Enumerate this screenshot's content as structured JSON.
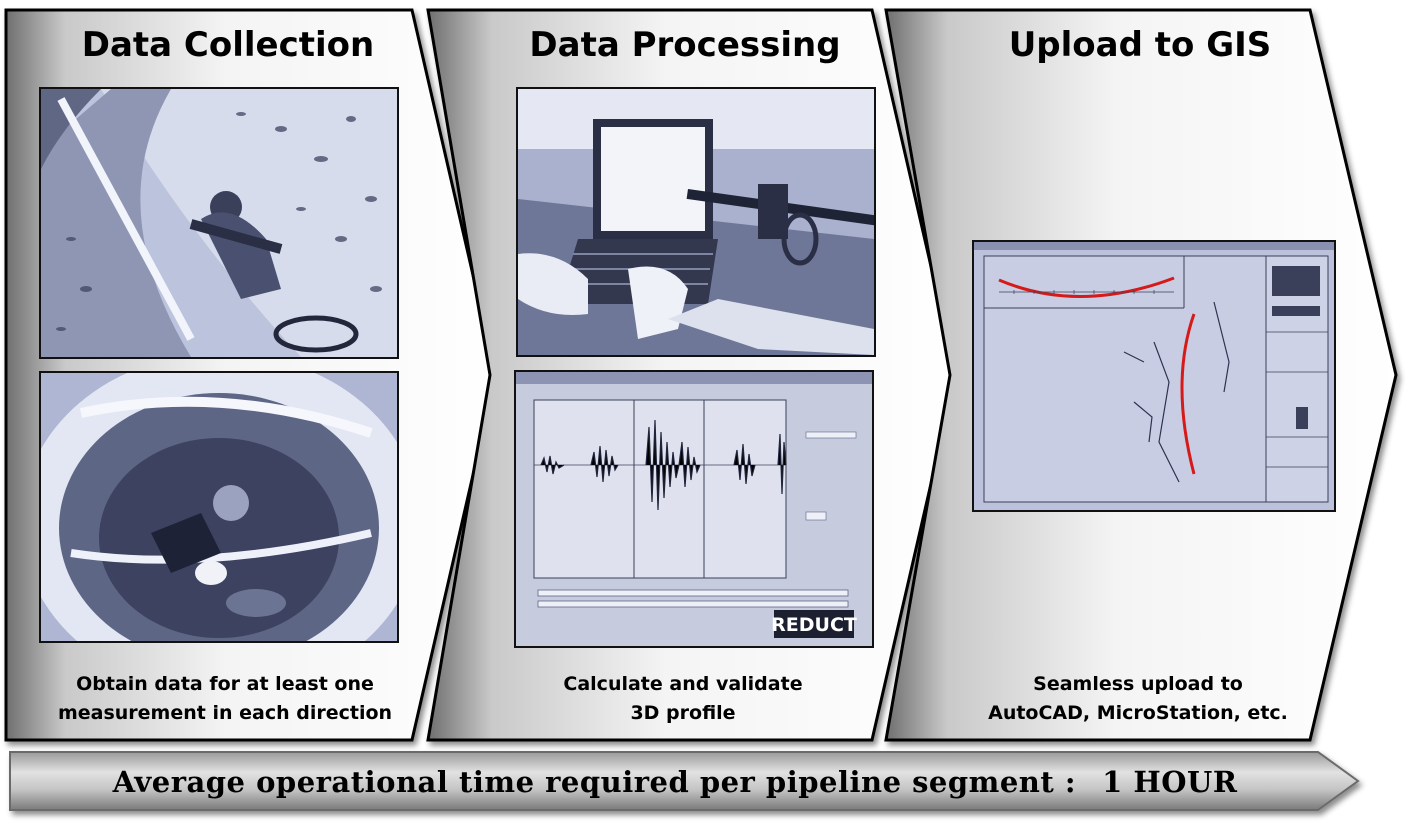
{
  "steps": [
    {
      "title": "Data Collection",
      "caption_lines": [
        "Obtain data for at least one",
        "measurement in each direction"
      ]
    },
    {
      "title": "Data Processing",
      "caption_lines": [
        "Calculate and validate",
        "3D profile"
      ]
    },
    {
      "title": "Upload to GIS",
      "caption_lines": [
        "Seamless upload to",
        "AutoCAD, MicroStation, etc."
      ]
    }
  ],
  "processing_screen": {
    "logo_text": "REDUCT"
  },
  "banner": {
    "label": "Average operational time required per pipeline segment :",
    "value": "1 HOUR"
  },
  "colors": {
    "photo_tint": "#b9c0d9",
    "profile_curve": "#d61a1a",
    "chevron_border": "#000000"
  }
}
